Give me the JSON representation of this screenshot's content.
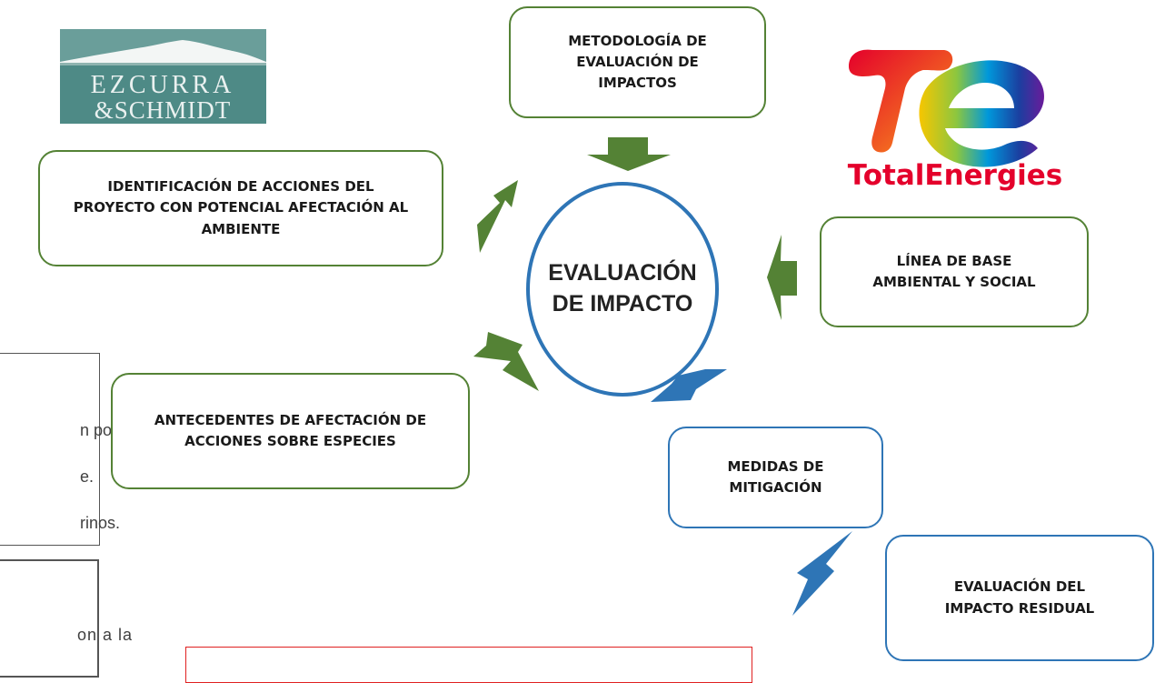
{
  "logos": {
    "ezcurra_line1": "EZCURRA",
    "ezcurra_line2": "&SCHMIDT",
    "total": "TotalEnergies"
  },
  "center": {
    "label": "EVALUACIÓN DE IMPACTO"
  },
  "boxes": {
    "metodologia": "METODOLOGÍA DE EVALUACIÓN DE IMPACTOS",
    "identificacion": "IDENTIFICACIÓN DE ACCIONES DEL PROYECTO CON POTENCIAL AFECTACIÓN AL AMBIENTE",
    "linea_base": "LÍNEA DE BASE AMBIENTAL Y SOCIAL",
    "antecedentes": "ANTECEDENTES DE AFECTACIÓN DE ACCIONES SOBRE ESPECIES",
    "medidas": "MEDIDAS DE MITIGACIÓN",
    "residual": "EVALUACIÓN DEL IMPACTO RESIDUAL"
  },
  "background_fragments": [
    "n pozo",
    "e.",
    "rinos.",
    "on  a  la"
  ],
  "colors": {
    "green": "#548235",
    "blue": "#2e75b6",
    "red_frame": "#e02020",
    "ezcurra_teal": "#4e8a86"
  }
}
